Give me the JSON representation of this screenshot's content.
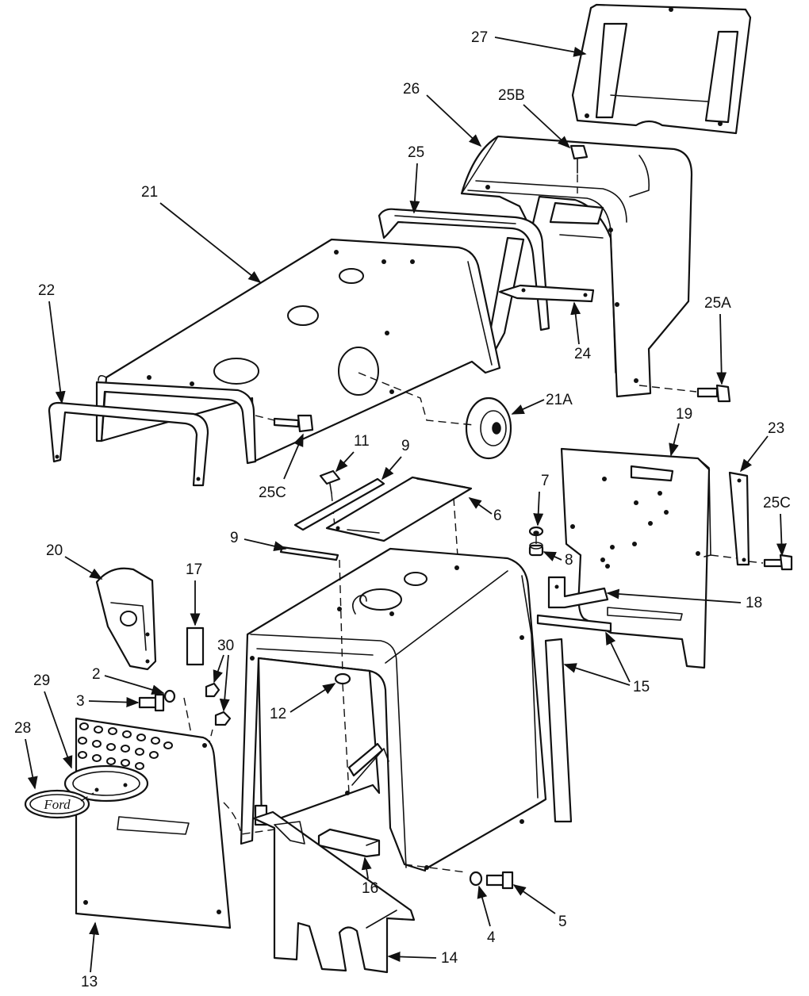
{
  "diagram": {
    "callouts": {
      "c27": "27",
      "c26": "26",
      "c25B": "25B",
      "c25": "25",
      "c21": "21",
      "c22": "22",
      "c25A": "25A",
      "c24": "24",
      "c21A": "21A",
      "c25C_left": "25C",
      "c11": "11",
      "c9_top": "9",
      "c19": "19",
      "c23": "23",
      "c7": "7",
      "c6": "6",
      "c25C_right": "25C",
      "c9_left": "9",
      "c8": "8",
      "c20": "20",
      "c17": "17",
      "c30": "30",
      "c18": "18",
      "c15": "15",
      "c2": "2",
      "c29": "29",
      "c3": "3",
      "c12": "12",
      "c28": "28",
      "c16": "16",
      "c4": "4",
      "c5": "5",
      "c14": "14",
      "c13": "13"
    },
    "logo_text": "Ford"
  }
}
